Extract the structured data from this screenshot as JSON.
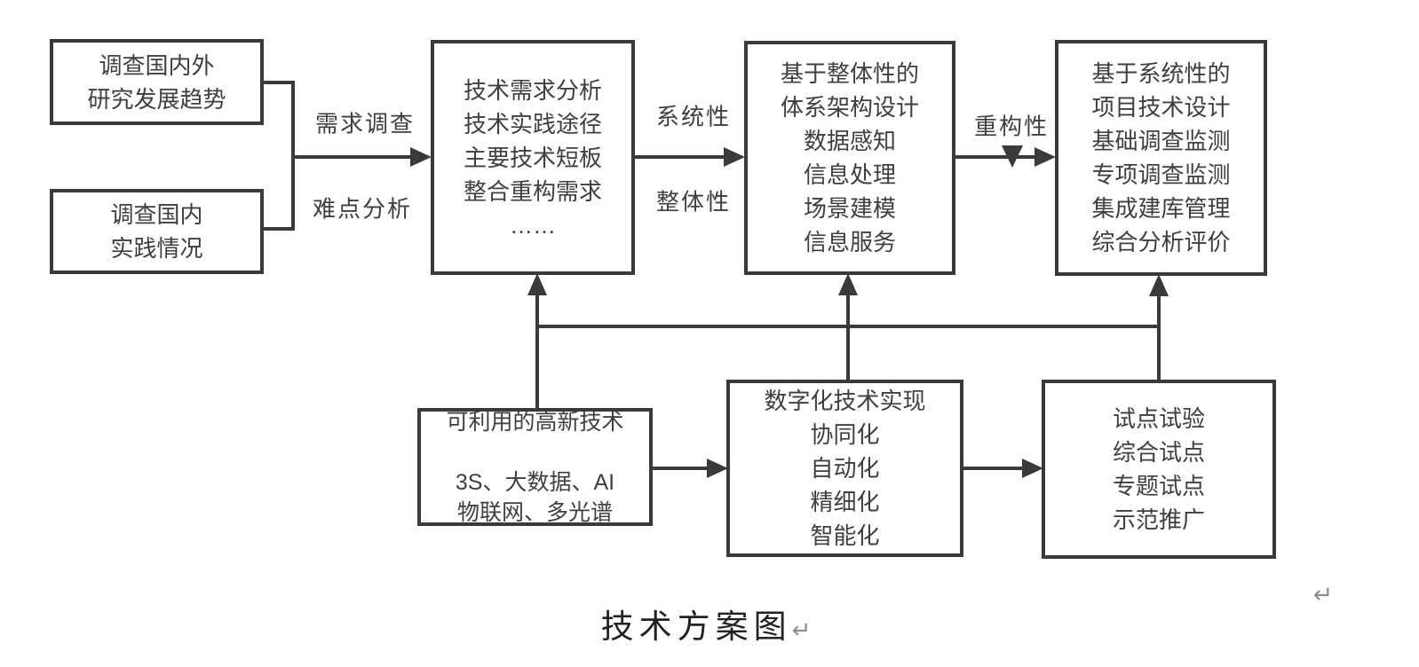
{
  "diagram": {
    "caption": "技术方案图",
    "paragraph_mark": "↵",
    "colors": {
      "line": "#3a3a3a",
      "text": "#3f3f3f",
      "caption_text": "#222222",
      "paragraph_mark": "#8c8c8c",
      "background": "#ffffff"
    },
    "boxes": {
      "survey_international": {
        "lines": [
          "调查国内外",
          "研究发展趋势"
        ]
      },
      "survey_domestic": {
        "lines": [
          "调查国内",
          "实践情况"
        ]
      },
      "tech_needs": {
        "lines": [
          "技术需求分析",
          "技术实践途径",
          "主要技术短板",
          "整合重构需求",
          "……"
        ]
      },
      "architecture": {
        "lines": [
          "基于整体性的",
          "体系架构设计",
          "数据感知",
          "信息处理",
          "场景建模",
          "信息服务"
        ]
      },
      "project_design": {
        "lines": [
          "基于系统性的",
          "项目技术设计",
          "基础调查监测",
          "专项调查监测",
          "集成建库管理",
          "综合分析评价"
        ]
      },
      "high_tech": {
        "lines": [
          "可利用的高新技术",
          "",
          "3S、大数据、AI",
          "物联网、多光谱"
        ]
      },
      "digital": {
        "lines": [
          "数字化技术实现",
          "协同化",
          "自动化",
          "精细化",
          "智能化"
        ]
      },
      "pilot": {
        "lines": [
          "试点试验",
          "综合试点",
          "专题试点",
          "示范推广"
        ]
      }
    },
    "labels": {
      "demand_survey": "需求调查",
      "difficulty_analysis": "难点分析",
      "systematic": "系统性",
      "holistic": "整体性",
      "restructuring": "重构性"
    }
  }
}
